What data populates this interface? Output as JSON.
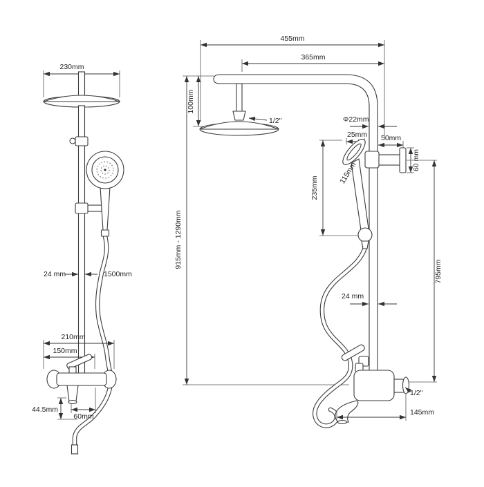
{
  "page": {
    "background": "#ffffff",
    "line_color": "#3a3a3a",
    "dim_color": "#333333",
    "text_color": "#222222"
  },
  "diagram": {
    "type": "technical-drawing",
    "subject": "Shower column dimensional drawing, front and side views",
    "views": {
      "front": {
        "name": "front-view",
        "labels": {
          "head_width": "230mm",
          "pipe_diameter": "24 mm",
          "hose_length": "1500mm",
          "faucet_width": "210mm",
          "faucet_inner_width": "150mm",
          "spout_width": "60mm",
          "spout_drop": "44.5mm"
        }
      },
      "side": {
        "name": "side-view",
        "labels": {
          "overall_reach": "455mm",
          "arm_reach": "365mm",
          "arm_drop": "100mm",
          "head_connection": "1/2\"",
          "pipe_diameter_top": "Φ22mm",
          "hand_shower_width": "25mm",
          "bracket_reach": "50mm",
          "bracket_height": "60 mm",
          "hand_shower_length": "235mm",
          "hand_shower_face": "115mm",
          "overall_height": "915mm - 1290mm",
          "bracket_to_valve": "795mm",
          "pipe_diameter_bottom": "24 mm",
          "valve_connection": "1/2\"",
          "valve_width": "145mm"
        }
      }
    }
  }
}
